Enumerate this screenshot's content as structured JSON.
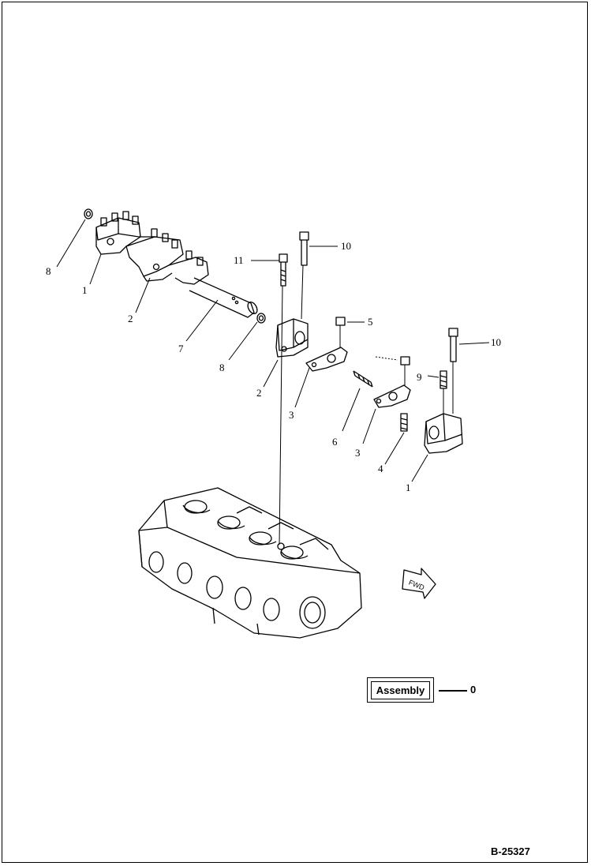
{
  "callouts": {
    "c1_left": "1",
    "c2_left": "2",
    "c7": "7",
    "c8_upper": "8",
    "c8_lower": "8",
    "c11": "11",
    "c10_upper": "10",
    "c5": "5",
    "c2_mid": "2",
    "c3_left": "3",
    "c6": "6",
    "c3_right": "3",
    "c4": "4",
    "c9": "9",
    "c10_right": "10",
    "c1_right": "1"
  },
  "fwd_label": "FWD",
  "assembly": {
    "label": "Assembly",
    "value": "0"
  },
  "drawing_id": "B-25327"
}
